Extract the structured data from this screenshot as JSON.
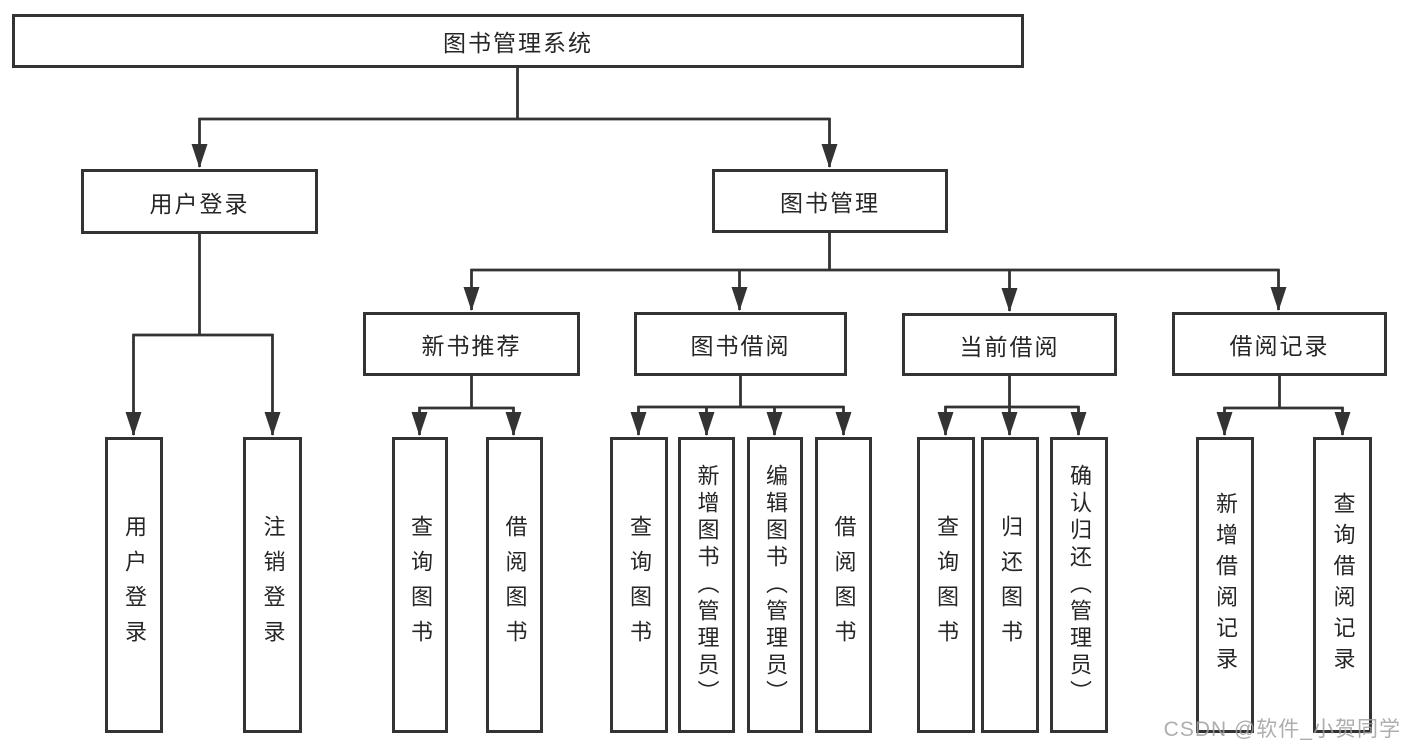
{
  "tree": {
    "root": {
      "label": "图书管理系统",
      "children": [
        {
          "label": "用户登录",
          "children": [
            {
              "label": "用户登录"
            },
            {
              "label": "注销登录"
            }
          ]
        },
        {
          "label": "图书管理",
          "children": [
            {
              "label": "新书推荐",
              "children": [
                {
                  "label": "查询图书"
                },
                {
                  "label": "借阅图书"
                }
              ]
            },
            {
              "label": "图书借阅",
              "children": [
                {
                  "label": "查询图书"
                },
                {
                  "label": "新增图书（管理员）"
                },
                {
                  "label": "编辑图书（管理员）"
                },
                {
                  "label": "借阅图书"
                }
              ]
            },
            {
              "label": "当前借阅",
              "children": [
                {
                  "label": "查询图书"
                },
                {
                  "label": "归还图书"
                },
                {
                  "label": "确认归还（管理员）"
                }
              ]
            },
            {
              "label": "借阅记录",
              "children": [
                {
                  "label": "新增借阅记录"
                },
                {
                  "label": "查询借阅记录"
                }
              ]
            }
          ]
        }
      ]
    }
  },
  "watermark": {
    "text": "CSDN @软件_小贺同学"
  },
  "colors": {
    "line": "#333333",
    "box_border": "#333333",
    "text": "#262626",
    "background": "#ffffff",
    "watermark": "#a0a0a0"
  }
}
